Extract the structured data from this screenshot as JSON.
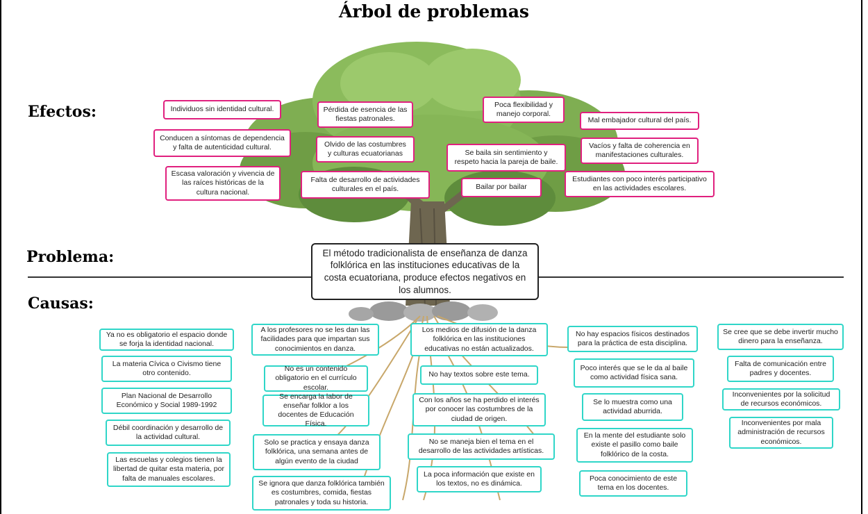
{
  "title": "Árbol de problemas",
  "sections": {
    "effects": "Efectos:",
    "problem": "Problema:",
    "causes": "Causas:"
  },
  "problem": "El método tradicionalista de enseñanza de danza folklórica en las instituciones educativas de la costa ecuatoriana, produce efectos negativos en los alumnos.",
  "effects": [
    "Individuos sin identidad cultural.",
    "Conducen a síntomas de dependencia y falta de autenticidad cultural.",
    "Escasa valoración y vivencia de las raíces históricas de la cultura nacional.",
    "Pérdida de esencia de las fiestas patronales.",
    "Olvido de las costumbres y culturas ecuatorianas",
    "Falta de desarrollo de actividades culturales en el país.",
    "Poca flexibilidad y manejo corporal.",
    "Se baila sin sentimiento y respeto hacia la pareja de baile.",
    "Bailar por bailar",
    "Mal embajador cultural del país.",
    "Vacíos y falta de coherencia en manifestaciones culturales.",
    "Estudiantes con poco interés participativo en las actividades escolares."
  ],
  "causes": [
    "Ya no es obligatorio el espacio donde se forja la identidad nacional.",
    "La materia Cívica o Civismo tiene otro contenido.",
    "Plan Nacional de Desarrollo Económico y Social 1989-1992",
    "Débil coordinación y desarrollo de la actividad cultural.",
    "Las escuelas y colegios tienen la libertad de quitar esta materia, por falta de manuales escolares.",
    "A los profesores no se les dan las facilidades para que impartan sus conocimientos en danza.",
    "No es un contenido obligatorio en el currículo escolar.",
    "Se encarga la labor de enseñar folklor a los docentes de Educación Física.",
    "Solo se practica y ensaya danza folklórica, una semana antes de algún evento de la ciudad",
    "Se ignora que danza folklórica también es costumbres, comida, fiestas patronales y toda su historia.",
    "Los medios de difusión de la danza folklórica en las instituciones educativas no están actualizados.",
    "No hay textos sobre este tema.",
    "Con los años se ha perdido el interés por conocer las costumbres de la ciudad de origen.",
    "No se maneja bien el tema en el desarrollo de las actividades artísticas.",
    "La poca información que existe en los textos, no es dinámica.",
    "No hay espacios físicos destinados para la práctica de esta disciplina.",
    "Poco interés que se le da al baile como actividad física sana.",
    "Se lo muestra como una actividad aburrida.",
    "En la mente del estudiante solo existe el pasillo como baile folklórico de la costa.",
    "Poca conocimiento de este tema en los docentes.",
    "Se cree que se debe invertir mucho dinero para la enseñanza.",
    "Falta de comunicación entre padres y docentes.",
    "Inconvenientes por la solicitud de recursos económicos.",
    "Inconvenientes por mala administración de recursos económicos."
  ]
}
